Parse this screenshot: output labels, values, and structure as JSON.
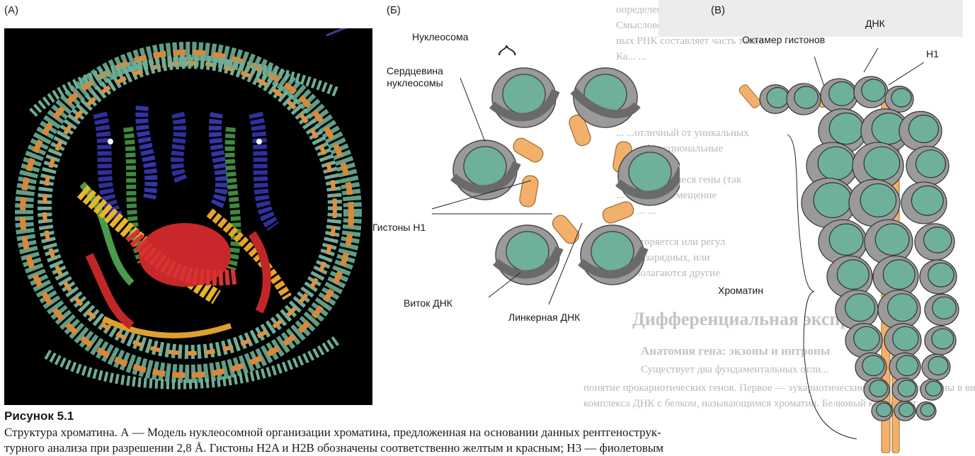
{
  "panel_labels": {
    "a": "(А)",
    "b": "(Б)",
    "c": "(В)"
  },
  "panel_b": {
    "nucleosome": "Нуклеосома",
    "core_line1": "Сердцевина",
    "core_line2": "нуклеосомы",
    "h1": "Гистоны H1",
    "coil": "Виток ДНК",
    "linker": "Линкерная ДНК"
  },
  "panel_c": {
    "octamer": "Октамер гистонов",
    "dna": "ДНК",
    "h1": "H1",
    "chromatin": "Хроматин"
  },
  "figure": {
    "title": "Рисунок 5.1",
    "caption_line1": "Структура хроматина. А — Модель нуклеосомной организации хроматина, предложенная на основании данных рентгенострук-",
    "caption_line2": "турного анализа при разрешении 2,8 Å. Гистоны H2A и H2B обозначены соответственно желтым и красным; H3 — фиолетовым"
  },
  "bleed_through": {
    "lines": [
      "определенных видных генов РНК",
      "Смысловой представляемых РН...",
      "ных РНК составляет часть такие",
      "Ка...                               ...",
      "                                  ...",
      "",
      "...  ...отличный от уникальных",
      "...  ...  ...функциональные",
      "...повторяющиеся гены (так",
      "...  ...  ...  ...перемещение",
      "...  ...  ...  ...",
      "...повторяется или регул",
      "...  ...  ...зарядных, или",
      "...  ...полагаются другие"
    ],
    "heading": "Дифференциальная экспр",
    "subheading": "Анатомия гена: экзоны и интроны",
    "para": [
      "Существует два фундаментальных отли...",
      "понятие прокариотических генов. Первое — эукариотические гены представлены в виде",
      "комплекса ДНК с белком, называющимся хроматин. Белковый компонент"
    ]
  }
}
